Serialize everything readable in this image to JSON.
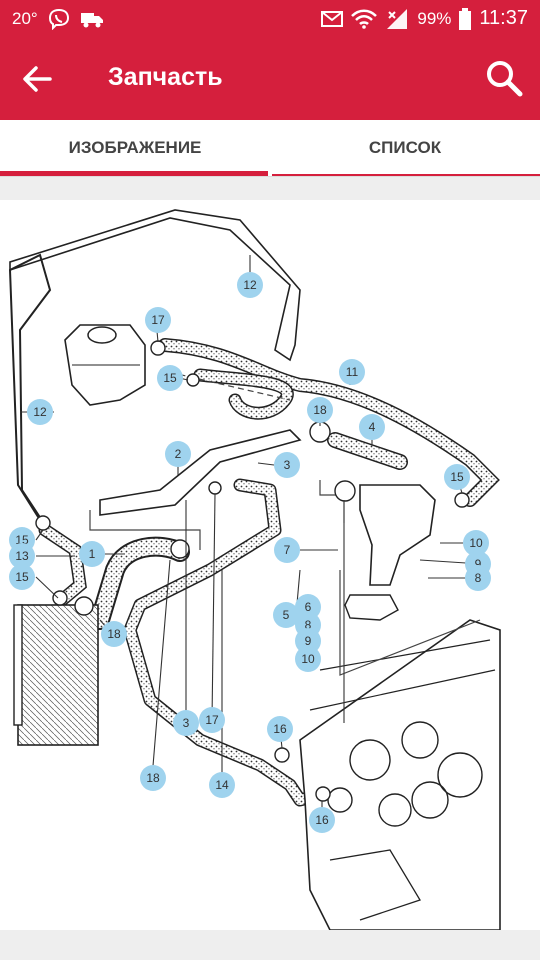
{
  "status": {
    "temperature": "20°",
    "battery": "99%",
    "time": "11:37"
  },
  "header": {
    "title": "Запчасть"
  },
  "tabs": [
    {
      "label": "ИЗОБРАЖЕНИЕ",
      "active": true
    },
    {
      "label": "СПИСОК",
      "active": false
    }
  ],
  "diagram": {
    "callouts": [
      "12",
      "17",
      "15",
      "11",
      "18",
      "4",
      "15",
      "12",
      "2",
      "3",
      "17",
      "3",
      "15",
      "13",
      "15",
      "1",
      "18",
      "14",
      "18",
      "7",
      "10",
      "9",
      "8",
      "5",
      "6",
      "8",
      "9",
      "10",
      "16",
      "16"
    ]
  },
  "colors": {
    "primary": "#d51f3d",
    "callout": "#9fd3ee"
  }
}
